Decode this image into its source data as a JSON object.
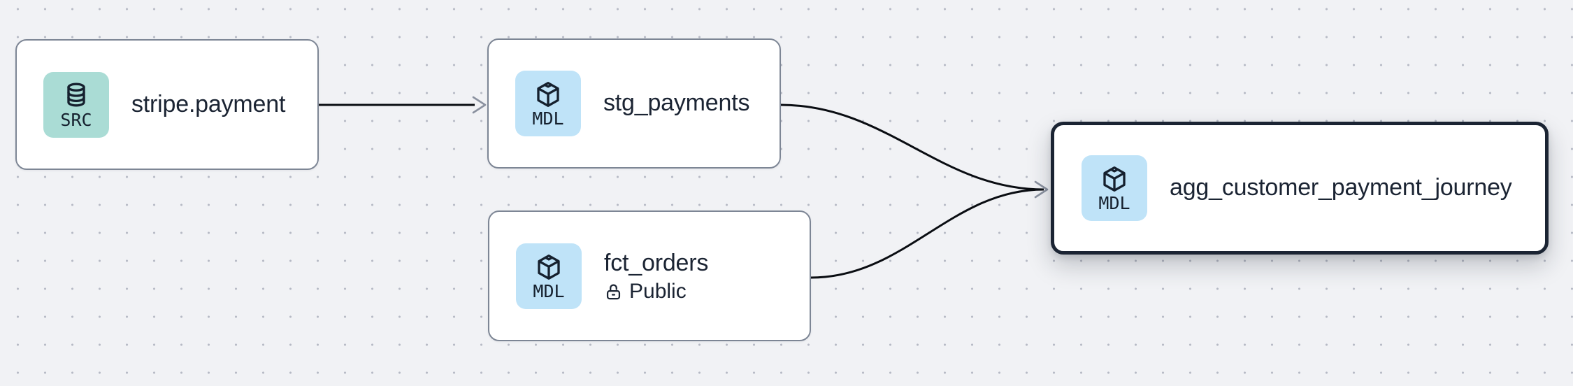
{
  "app": {
    "view": "lineage-graph"
  },
  "colors": {
    "canvas_background": "#f1f2f5",
    "grid_dot": "#b6bac5",
    "node_background": "#ffffff",
    "node_border": "#7d8695",
    "selected_node_border": "#1b2433",
    "title_text": "#1b2433",
    "src_badge_background": "#aadcd5",
    "mdl_badge_background": "#bfe3f8",
    "badge_text": "#15202e",
    "edge_line": "#0a0d12",
    "arrowhead": "#8a919f"
  },
  "nodes": [
    {
      "id": "stripe.payment",
      "title": "stripe.payment",
      "badge": {
        "label": "SRC",
        "icon": "database-icon"
      },
      "selected": false
    },
    {
      "id": "stg_payments",
      "title": "stg_payments",
      "badge": {
        "label": "MDL",
        "icon": "cube-icon"
      },
      "selected": false
    },
    {
      "id": "fct_orders",
      "title": "fct_orders",
      "badge": {
        "label": "MDL",
        "icon": "cube-icon"
      },
      "visibility": "Public",
      "selected": false
    },
    {
      "id": "agg_customer_payment_journey",
      "title": "agg_customer_payment_journey",
      "badge": {
        "label": "MDL",
        "icon": "cube-icon"
      },
      "selected": true
    }
  ],
  "edges": [
    {
      "source": "stripe.payment",
      "target": "stg_payments"
    },
    {
      "source": "stg_payments",
      "target": "agg_customer_payment_journey"
    },
    {
      "source": "fct_orders",
      "target": "agg_customer_payment_journey"
    }
  ]
}
